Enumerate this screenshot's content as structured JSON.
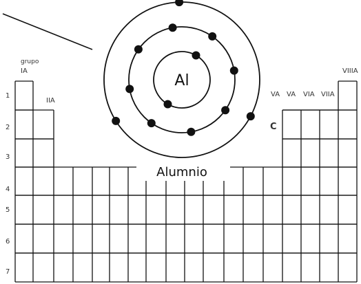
{
  "table": {
    "group_word": "grupo",
    "group_labels": {
      "ia": "IA",
      "iia": "IIA",
      "va1": "VA",
      "va2": "VA",
      "via": "VIA",
      "viia": "VIIA",
      "viiia": "VIIIA"
    },
    "period_labels": [
      "1",
      "2",
      "3",
      "4",
      "5",
      "6",
      "7"
    ],
    "element_cell_label": "C"
  },
  "atom": {
    "symbol": "Al",
    "name": "Alumnio",
    "electrons_per_shell": [
      2,
      8,
      3
    ]
  },
  "colors": {
    "line": "#111111",
    "background": "#ffffff"
  }
}
